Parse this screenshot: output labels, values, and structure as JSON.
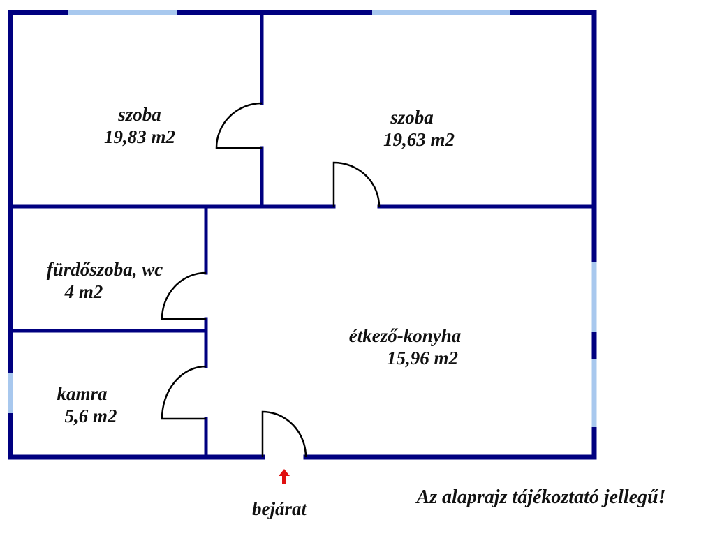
{
  "colors": {
    "wall": "#000080",
    "window": "#a8c8ee",
    "door": "#000000",
    "arrow": "#e01010"
  },
  "rooms": [
    {
      "name": "szoba",
      "area": "19,83 m2"
    },
    {
      "name": "szoba",
      "area": "19,63 m2"
    },
    {
      "name": "fürdőszoba, wc",
      "area": "4 m2"
    },
    {
      "name": "kamra",
      "area": "5,6 m2"
    },
    {
      "name": "étkező-konyha",
      "area": "15,96 m2"
    }
  ],
  "entrance_label": "bejárat",
  "disclaimer": "Az alaprajz tájékoztató jellegű!"
}
